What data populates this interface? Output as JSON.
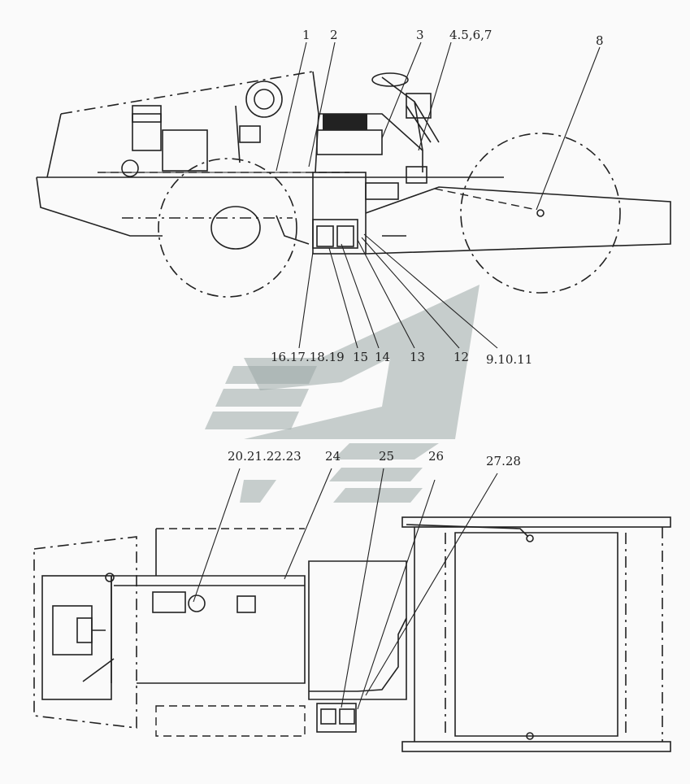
{
  "callouts_top": [
    {
      "id": "c1",
      "label": "1"
    },
    {
      "id": "c2",
      "label": "2"
    },
    {
      "id": "c3",
      "label": "3"
    },
    {
      "id": "c4",
      "label": "4.5,6,7"
    },
    {
      "id": "c8",
      "label": "8"
    },
    {
      "id": "c16",
      "label": "16.17.18.19"
    },
    {
      "id": "c15",
      "label": "15"
    },
    {
      "id": "c14",
      "label": "14"
    },
    {
      "id": "c13",
      "label": "13"
    },
    {
      "id": "c12",
      "label": "12"
    },
    {
      "id": "c9",
      "label": "9.10.11"
    }
  ],
  "callouts_bottom": [
    {
      "id": "c20",
      "label": "20.21.22.23"
    },
    {
      "id": "c24",
      "label": "24"
    },
    {
      "id": "c25",
      "label": "25"
    },
    {
      "id": "c26",
      "label": "26"
    },
    {
      "id": "c27",
      "label": "27.28"
    }
  ]
}
